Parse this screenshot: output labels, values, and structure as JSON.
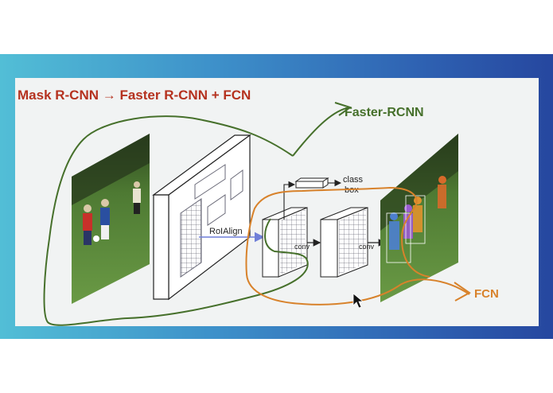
{
  "title": "Mask R-CNN → Faster R-CNN + FCN",
  "labels": {
    "faster_rcnn": "Faster-RCNN",
    "fcn": "FCN",
    "roialign": "RoIAlign",
    "class": "class",
    "box": "box",
    "conv1": "conv",
    "conv2": "conv"
  },
  "colors": {
    "title": "#b5321f",
    "faster_rcnn_outline": "#46702b",
    "fcn_outline": "#d8822b",
    "roialign_arrow": "#6f7fd8",
    "slide_background": "#f1f3f3"
  },
  "icons": [
    "mouse-cursor-icon"
  ]
}
